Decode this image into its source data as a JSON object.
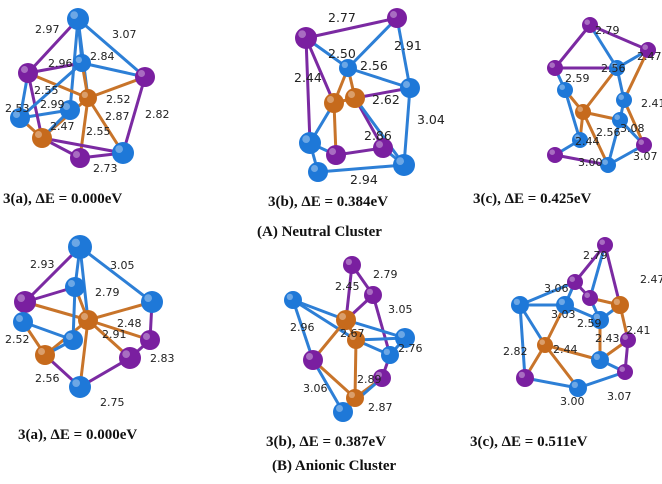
{
  "colors": {
    "blue_atom": "#1e78d8",
    "purple_atom": "#7a1fa0",
    "orange_atom": "#c66a1c",
    "blue_bond": "#2d7fd6",
    "purple_bond": "#7b2aa2",
    "orange_bond": "#c8742a"
  },
  "sections": {
    "neutral": "(A) Neutral Cluster",
    "anionic": "(B) Anionic Cluster"
  },
  "structures": [
    {
      "id": "neutral-3a",
      "caption": "3(a), ΔE = 0.000eV",
      "labels": [
        "2.97",
        "3.07",
        "2.96",
        "2.84",
        "2.55",
        "2.99",
        "2.52",
        "2.53",
        "2.87",
        "2.82",
        "2.47",
        "2.55",
        "2.73"
      ]
    },
    {
      "id": "neutral-3b",
      "caption": "3(b), ΔE = 0.384eV",
      "labels": [
        "2.77",
        "2.91",
        "2.50",
        "2.56",
        "2.44",
        "2.62",
        "3.04",
        "2.86",
        "2.94"
      ]
    },
    {
      "id": "neutral-3c",
      "caption": "3(c), ΔE = 0.425eV",
      "labels": [
        "2.79",
        "2.47",
        "2.56",
        "2.59",
        "2.41",
        "3.08",
        "2.56",
        "2.44",
        "3.00",
        "3.07"
      ]
    },
    {
      "id": "anionic-3a",
      "caption": "3(a), ΔE = 0.000eV",
      "labels": [
        "2.93",
        "3.05",
        "2.79",
        "2.48",
        "2.91",
        "2.52",
        "2.83",
        "2.56",
        "2.75"
      ]
    },
    {
      "id": "anionic-3b",
      "caption": "3(b), ΔE = 0.387eV",
      "labels": [
        "2.45",
        "2.79",
        "3.05",
        "2.96",
        "2.67",
        "2.76",
        "2.89",
        "3.06",
        "2.87"
      ]
    },
    {
      "id": "anionic-3c",
      "caption": "3(c), ΔE = 0.511eV",
      "labels": [
        "2.79",
        "2.47",
        "3.06",
        "3.03",
        "2.59",
        "2.41",
        "2.82",
        "2.44",
        "2.43",
        "3.00",
        "3.07"
      ]
    }
  ]
}
